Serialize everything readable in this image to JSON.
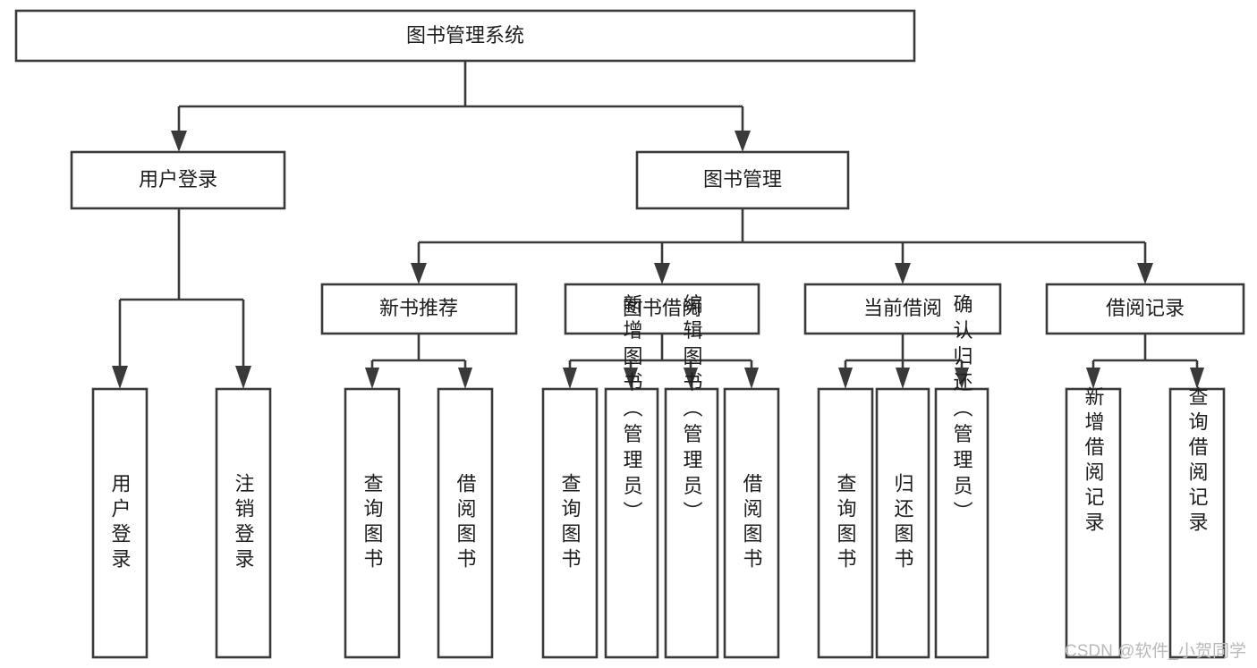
{
  "diagram": {
    "type": "tree-hierarchy-chart",
    "title_node": "图书管理系统",
    "colors": {
      "stroke": "#3a3a3a",
      "fill": "#ffffff",
      "text": "#1d1d1d",
      "watermark": "#b9b9b9",
      "background": "#ffffff"
    },
    "nodes": {
      "root": "图书管理系统",
      "level2": [
        "用户登录",
        "图书管理"
      ],
      "level3": [
        "新书推荐",
        "图书借阅",
        "当前借阅",
        "借阅记录"
      ],
      "leaves": {
        "user_login": [
          "用户登录",
          "注销登录"
        ],
        "new_book_recommend": [
          "查询图书",
          "借阅图书"
        ],
        "book_borrow": [
          "查询图书",
          "新增图书（管理员）",
          "编辑图书（管理员）",
          "借阅图书"
        ],
        "current_borrow": [
          "查询图书",
          "归还图书",
          "确认归还（管理员）"
        ],
        "borrow_record": [
          "新增借阅记录",
          "查询借阅记录"
        ]
      }
    }
  },
  "watermark": {
    "text": "CSDN @软件_小贺同学"
  }
}
